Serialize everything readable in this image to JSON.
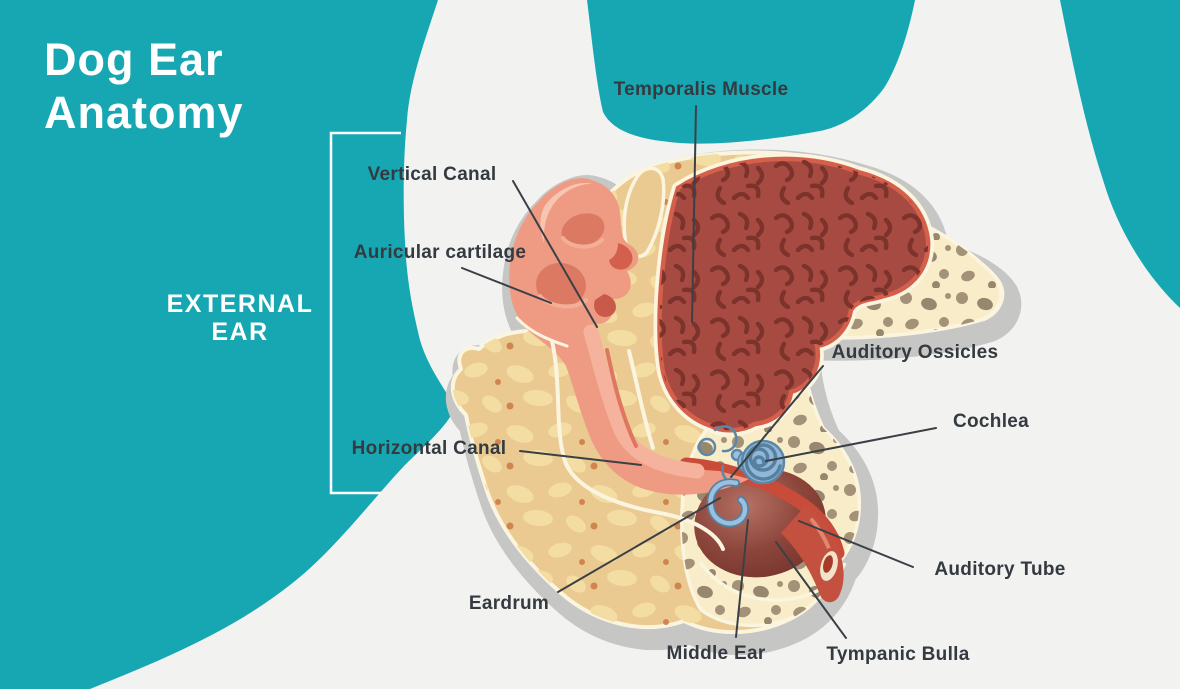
{
  "title": {
    "line1": "Dog Ear",
    "line2": "Anatomy"
  },
  "section_label": {
    "line1": "EXTERNAL",
    "line2": "EAR"
  },
  "labels": {
    "temporalis_muscle": "Temporalis Muscle",
    "vertical_canal": "Vertical Canal",
    "auricular_cartilage": "Auricular cartilage",
    "horizontal_canal": "Horizontal Canal",
    "auditory_ossicles": "Auditory Ossicles",
    "cochlea": "Cochlea",
    "auditory_tube": "Auditory Tube",
    "eardrum": "Eardrum",
    "middle_ear": "Middle Ear",
    "tympanic_bulla": "Tympanic Bulla"
  },
  "colors": {
    "teal": "#17A7B3",
    "background": "#F2F3F1",
    "title_text": "#FFFFFF",
    "label_text": "#343A40",
    "line": "#3A4046",
    "shadow": "#C6C6C5",
    "bone": "#EACA90",
    "bone_outline": "#FBF4DE",
    "bone_blob": "#F3DDA3",
    "bone_dot": "#D0854F",
    "spongy_bg": "#F8EDC8",
    "spongy_spot": "#A39178",
    "muscle": "#A74B42",
    "muscle_rim": "#D4604B",
    "muscle_texture": "#7C332C",
    "pinna": "#EF9B84",
    "pinna_fold": "#DC7963",
    "pinna_highlight": "#F8C5B0",
    "canal_wall": "#C94C3B",
    "cavity": "#8C453B",
    "cochlea_blue": "#8FB8D8",
    "blue_dark": "#5D87A8"
  }
}
